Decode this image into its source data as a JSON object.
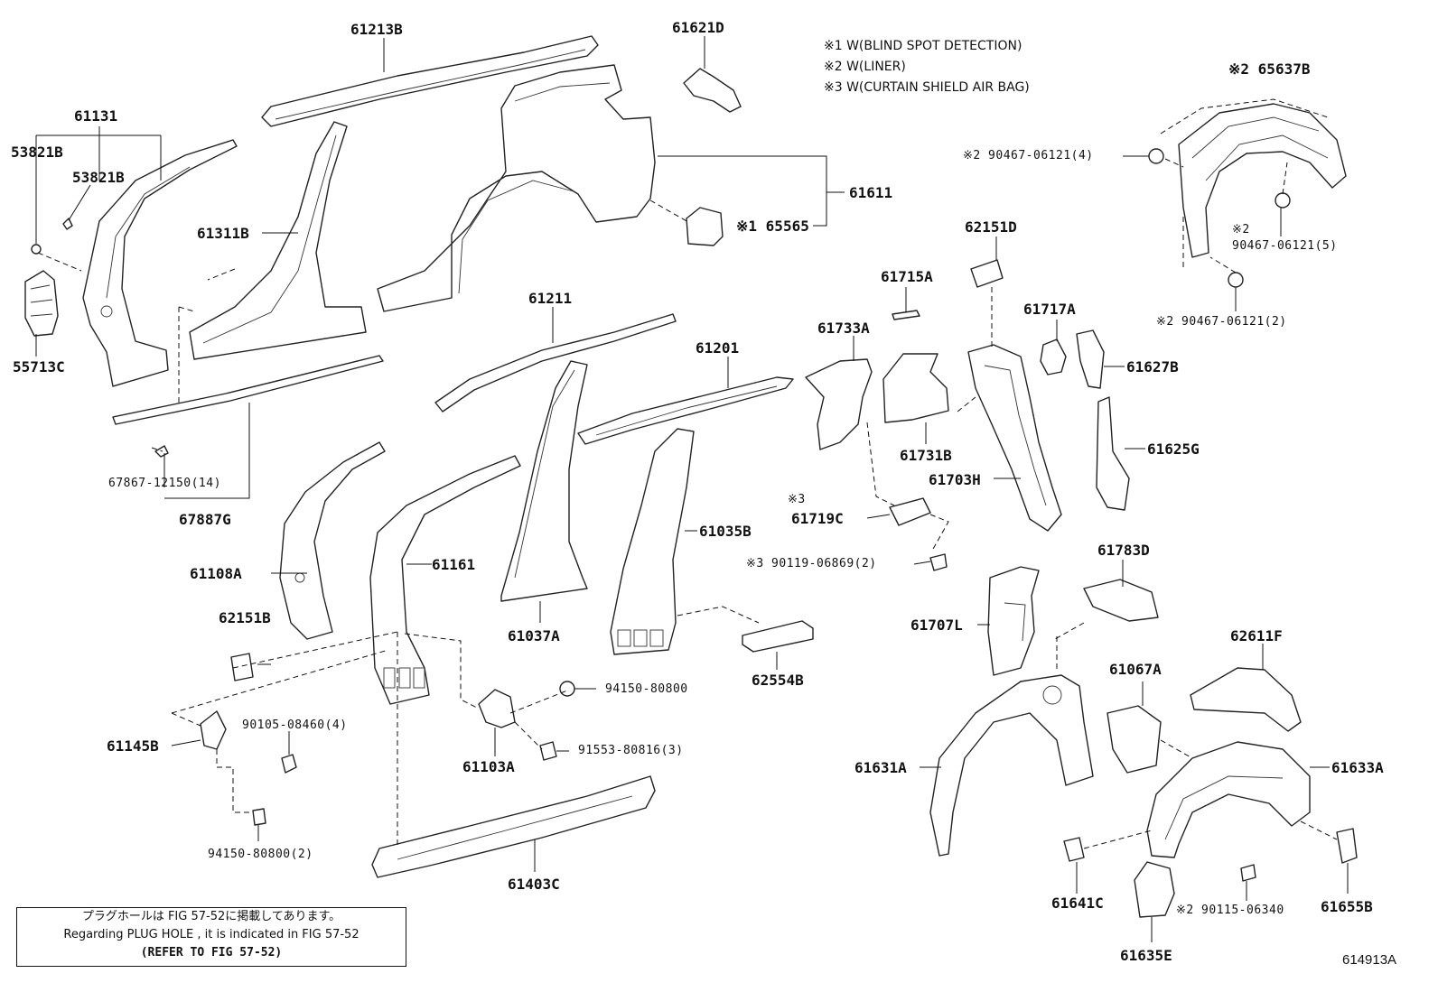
{
  "notes": [
    "※1 W(BLIND SPOT DETECTION)",
    "※2 W(LINER)",
    "※3 W(CURTAIN SHIELD AIR BAG)"
  ],
  "labels": {
    "p61213B": "61213B",
    "p61621D": "61621D",
    "p61131": "61131",
    "p53821B_a": "53821B",
    "p53821B_b": "53821B",
    "p55713C": "55713C",
    "p61311B": "61311B",
    "p61611": "61611",
    "p65565": "※1 65565",
    "p65637B": "※2 65637B",
    "p90467_4": "※2 90467-06121(4)",
    "p90467_5_mark": "※2",
    "p90467_5": "90467-06121(5)",
    "p90467_2": "※2 90467-06121(2)",
    "p62151D": "62151D",
    "p61715A": "61715A",
    "p61717A": "61717A",
    "p61733A": "61733A",
    "p61627B": "61627B",
    "p61211": "61211",
    "p61201": "61201",
    "p61731B": "61731B",
    "p61703H": "61703H",
    "p61625G": "61625G",
    "p67867": "67867-12150(14)",
    "p67887G": "67887G",
    "p61108A": "61108A",
    "p61161": "61161",
    "p61035B": "61035B",
    "p61719C_mark": "※3",
    "p61719C": "61719C",
    "p90119": "※3 90119-06869(2)",
    "p61783D": "61783D",
    "p62151B": "62151B",
    "p61037A": "61037A",
    "p61707L": "61707L",
    "p62611F": "62611F",
    "p62554B": "62554B",
    "p94150_a": "94150-80800",
    "p61067A": "61067A",
    "p61145B": "61145B",
    "p90105": "90105-08460(4)",
    "p91553": "91553-80816(3)",
    "p61103A": "61103A",
    "p61631A": "61631A",
    "p61633A": "61633A",
    "p94150_b": "94150-80800(2)",
    "p61403C": "61403C",
    "p61641C": "61641C",
    "p90115": "※2 90115-06340",
    "p61655B": "61655B",
    "p61635E": "61635E"
  },
  "reference_box": {
    "line1": "プラグホールは FIG 57-52に掲載してあります。",
    "line2": "Regarding  PLUG  HOLE , it is indicated in FIG  57-52",
    "line3": "(REFER TO FIG 57-52)"
  },
  "illustration_number": "614913A"
}
